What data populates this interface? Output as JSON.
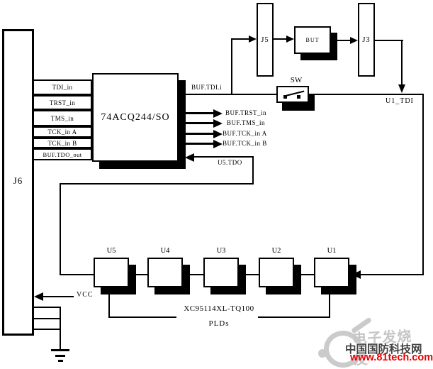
{
  "diagram": {
    "j6_label": "J6",
    "inputs": [
      "TDI_in",
      "TRST_in",
      "TMS_in",
      "TCK_in A",
      "TCK_in B",
      "BUF.TDO_out"
    ],
    "buffer_label": "74ACQ244/SO",
    "outputs": {
      "tdi": "BUF.TDI.i",
      "trst": "BUF.TRST_in",
      "tms": "BUF.TMS_in",
      "tck_a": "BUF.TCK_in A",
      "tck_b": "BUF.TCK_in B",
      "tdo": "U5.TDO"
    },
    "j5_label": "J5",
    "but_label": "BUT",
    "j3_label": "J3",
    "sw_label": "SW",
    "u1_tdi_label": "U1_TDI",
    "plds": [
      "U5",
      "U4",
      "U3",
      "U2",
      "U1"
    ],
    "pld_part_label": "XC95114XL-TQ100",
    "pld_family_label": "PLDs",
    "vcc_label": "VCC"
  },
  "watermark": {
    "background_text": "电子发烧友",
    "site_name": "中国国防科技网",
    "site_url": "www.81tech.com",
    "accent_color": "#e60000",
    "gray_color": "#c6c6c6"
  }
}
